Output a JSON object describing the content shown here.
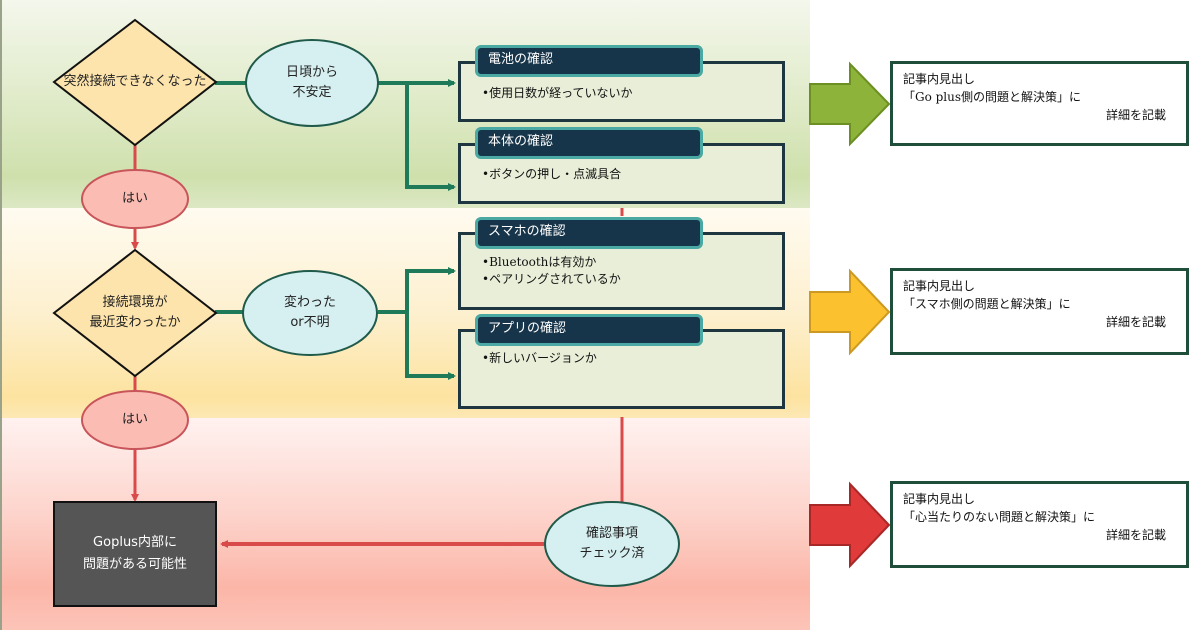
{
  "flowchart": {
    "decisions": [
      {
        "id": "sudden-disconnect",
        "lines": [
          "突然接続できなくなった"
        ]
      },
      {
        "id": "env-changed",
        "lines": [
          "接続環境が",
          "最近変わったか"
        ]
      }
    ],
    "yes_labels": [
      "はい",
      "はい"
    ],
    "answers": [
      {
        "id": "unstable",
        "lines": [
          "日頃から",
          "不安定"
        ]
      },
      {
        "id": "changed",
        "lines": [
          "変わった",
          "or不明"
        ]
      },
      {
        "id": "checked",
        "lines": [
          "確認事項",
          "チェック済"
        ]
      }
    ],
    "check_groups": [
      {
        "title": "電池の確認",
        "items": [
          "•使用日数が経っていないか"
        ]
      },
      {
        "title": "本体の確認",
        "items": [
          "•ボタンの押し・点滅具合"
        ]
      },
      {
        "title": "スマホの確認",
        "items": [
          "•Bluetoothは有効か",
          "•ペアリングされているか"
        ]
      },
      {
        "title": "アプリの確認",
        "items": [
          "•新しいバージョンか"
        ]
      }
    ],
    "result": {
      "lines": [
        "Goplus内部に",
        "問題がある可能性"
      ]
    },
    "notes": [
      {
        "line1": "記事内見出し",
        "line2": "「Go plus側の問題と解決策」に",
        "line3": "詳細を記載"
      },
      {
        "line1": "記事内見出し",
        "line2": "「スマホ側の問題と解決策」に",
        "line3": "詳細を記載"
      },
      {
        "line1": "記事内見出し",
        "line2": "「心当たりのない問題と解決策」に",
        "line3": "詳細を記載"
      }
    ],
    "colors": {
      "green_band": "#d4e4b4",
      "yellow_band": "#fde6a8",
      "red_band": "#fbbcae",
      "diamond_fill": "#fde4ac",
      "yes_fill": "#fbbcb4",
      "answer_fill": "#d6eff0",
      "connector_green": "#1f7a5a",
      "connector_red": "#d94a4a",
      "arrow_green": "#8db33a",
      "arrow_yellow": "#fcc12e",
      "arrow_red": "#e03a3a",
      "check_header": "#17354a",
      "result_box": "#555555"
    }
  }
}
